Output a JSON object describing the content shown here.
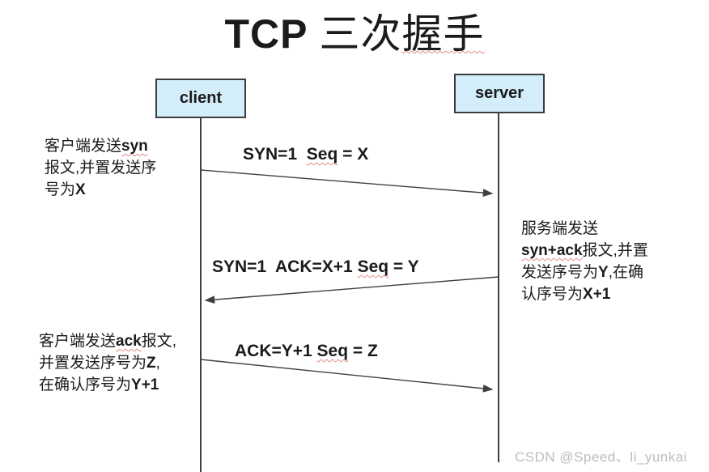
{
  "title": {
    "en": "TCP ",
    "cn_plain": "三次",
    "cn_wavy": "握手"
  },
  "actors": {
    "client": "client",
    "server": "server"
  },
  "messages": [
    {
      "pre": "SYN=1  ",
      "wavy": "Seq",
      "post": " = X"
    },
    {
      "pre": "SYN=1  ACK=X+1 ",
      "wavy": "Seq",
      "post": " = Y"
    },
    {
      "pre": "ACK=Y+1 ",
      "wavy": "Seq",
      "post": " = Z"
    }
  ],
  "annotations": {
    "client_syn": {
      "l1_pre": "客户端发送",
      "l1_wavy": "syn",
      "l2": "报文,并置发送序",
      "l3_pre": "号为",
      "l3_bold": "X"
    },
    "server_synack": {
      "l1": "服务端发送",
      "l2_wavy": "syn+ack",
      "l2_post": "报文,并置",
      "l3_pre": "发送序号为",
      "l3_bold": "Y",
      "l3_post": ",在确",
      "l4_pre": "认序号为",
      "l4_bold": "X+1"
    },
    "client_ack": {
      "l1_pre": "客户端发送",
      "l1_wavy": "ack",
      "l1_post": "报文,",
      "l2_pre": "并置发送序号为",
      "l2_bold": "Z",
      "l2_post": ",",
      "l3_pre": "在确认序号为",
      "l3_bold": "Y+1"
    }
  },
  "watermark": "CSDN @Speed、li_yunkai",
  "colors": {
    "actor_fill": "#d4edfb",
    "actor_border": "#3c3c3c",
    "line": "#3f3f3f",
    "squiggle": "#e08a8a",
    "watermark": "#bcbcbc"
  }
}
